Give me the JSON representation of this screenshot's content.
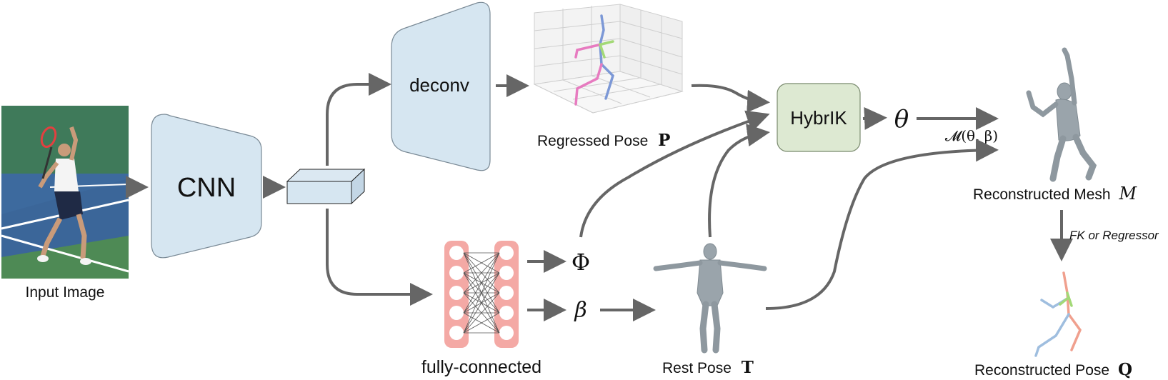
{
  "labels": {
    "input_image": "Input Image",
    "cnn": "CNN",
    "deconv": "deconv",
    "regressed_pose": "Regressed Pose",
    "regressed_pose_sym": "P",
    "hybrik": "HybrIK",
    "theta": "θ",
    "mesh_fn": "𝓜(θ, β)",
    "reconstructed_mesh": "Reconstructed Mesh",
    "reconstructed_mesh_sym": "M",
    "fk_or_regressor": "FK or Regressor",
    "reconstructed_pose": "Reconstructed Pose",
    "reconstructed_pose_sym": "Q",
    "fully_connected": "fully-connected",
    "phi": "Φ",
    "beta": "β",
    "rest_pose": "Rest Pose",
    "rest_pose_sym": "T"
  },
  "colors": {
    "block_fill": "#d6e6f1",
    "hybrik_fill": "#dde9d2",
    "fc_fill": "#f4a9a5",
    "arrow": "#666666",
    "pose_pink": "#e77bc0",
    "pose_blue": "#7c98d6",
    "pose_green": "#a3d977",
    "mesh_gray": "#9aa4ab"
  }
}
